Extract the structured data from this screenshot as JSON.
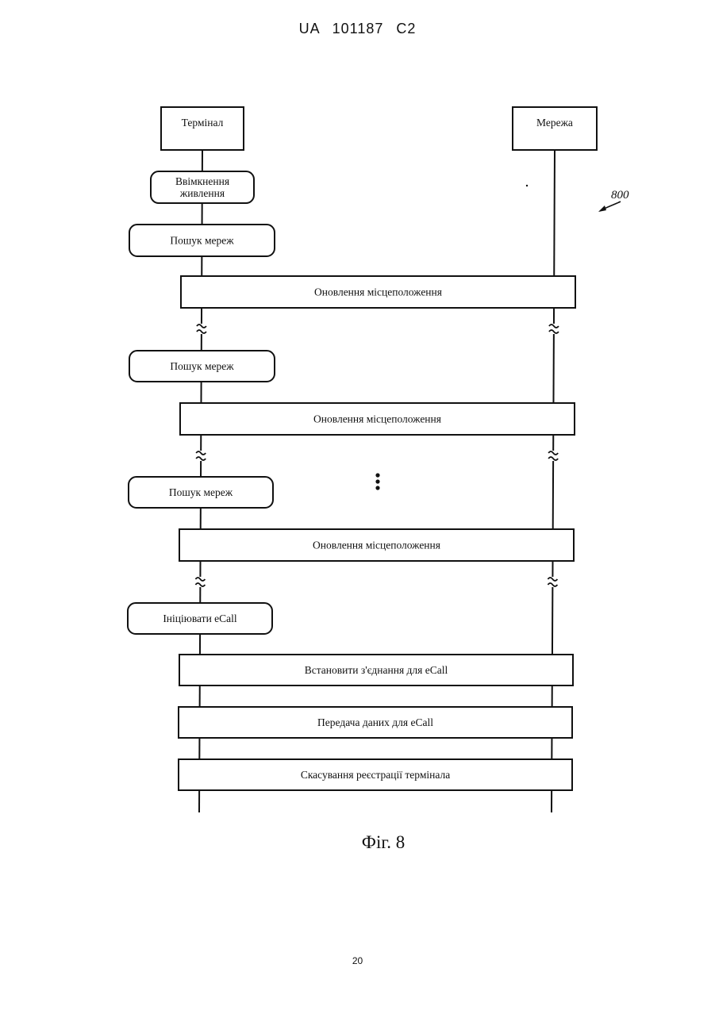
{
  "header": {
    "text": "UA   101187   C2"
  },
  "diagram": {
    "reference_numeral": "800",
    "entities": {
      "terminal": "Термінал",
      "network": "Мережа"
    },
    "steps": [
      {
        "kind": "terminal",
        "lines": [
          "Ввімкнення",
          "живлення"
        ]
      },
      {
        "kind": "terminal",
        "lines": [
          "Пошук мереж"
        ]
      },
      {
        "kind": "exchange",
        "lines": [
          "Оновлення місцеположення"
        ]
      },
      {
        "kind": "break"
      },
      {
        "kind": "terminal",
        "lines": [
          "Пошук мереж"
        ]
      },
      {
        "kind": "exchange",
        "lines": [
          "Оновлення місцеположення"
        ]
      },
      {
        "kind": "break"
      },
      {
        "kind": "terminal",
        "lines": [
          "Пошук мереж"
        ]
      },
      {
        "kind": "exchange",
        "lines": [
          "Оновлення місцеположення"
        ]
      },
      {
        "kind": "break"
      },
      {
        "kind": "terminal",
        "lines": [
          "Ініціювати eCall"
        ]
      },
      {
        "kind": "exchange",
        "lines": [
          "Встановити з'єднання для eCall"
        ]
      },
      {
        "kind": "exchange",
        "lines": [
          "Передача даних для eCall"
        ]
      },
      {
        "kind": "exchange",
        "lines": [
          "Скасування реєстрації термінала"
        ]
      }
    ]
  },
  "figure_caption": "Фіг. 8",
  "page_number": "20"
}
